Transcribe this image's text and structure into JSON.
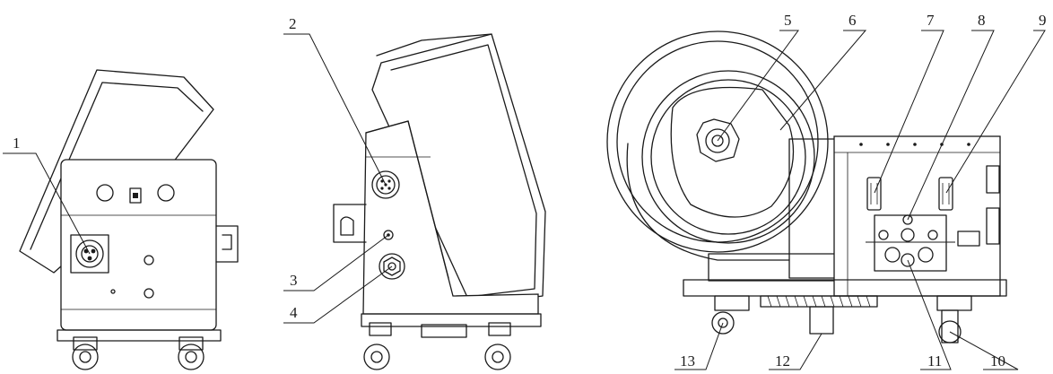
{
  "labels": [
    "1",
    "2",
    "3",
    "4",
    "5",
    "6",
    "7",
    "8",
    "9",
    "10",
    "11",
    "12",
    "13"
  ],
  "colors": {
    "line": "#1a1a1a",
    "background": "#ffffff"
  }
}
